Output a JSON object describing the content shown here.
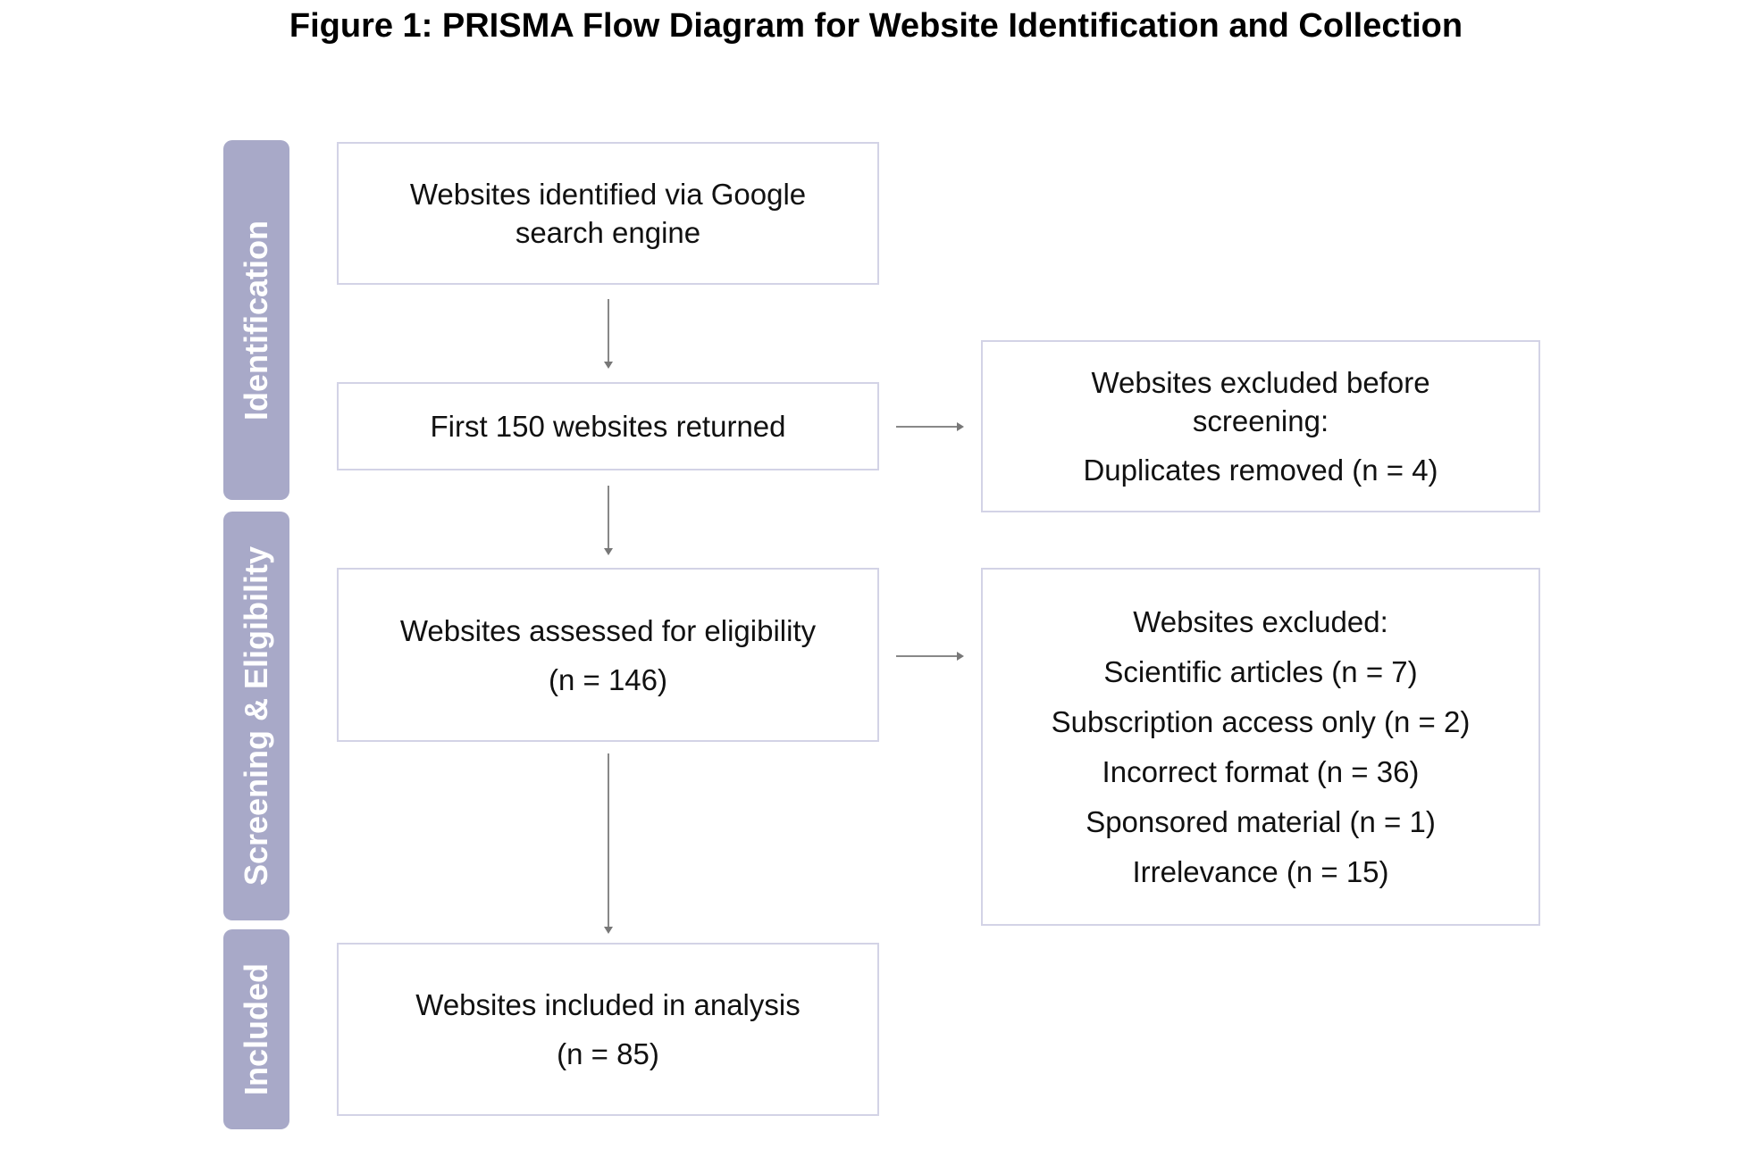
{
  "title": "Figure 1: PRISMA Flow Diagram for Website Identification and Collection",
  "phases": [
    "Identification",
    "Screening & Eligibility",
    "Included"
  ],
  "boxes": {
    "identified": [
      "Websites identified via Google",
      "search engine"
    ],
    "first150": "First 150 websites returned",
    "excluded_before": [
      "Websites excluded before",
      "screening:",
      "Duplicates removed (n = 4)"
    ],
    "assessed": [
      "Websites assessed for eligibility",
      "(n = 146)"
    ],
    "excluded": [
      "Websites excluded:",
      "Scientific articles (n = 7)",
      "Subscription access only (n = 2)",
      "Incorrect format (n = 36)",
      "Sponsored material (n = 1)",
      "Irrelevance (n = 15)"
    ],
    "included": [
      "Websites included in analysis",
      "(n = 85)"
    ]
  },
  "colors": {
    "phase_bar": "#a8a9c8",
    "box_border": "#d3d3e6"
  }
}
